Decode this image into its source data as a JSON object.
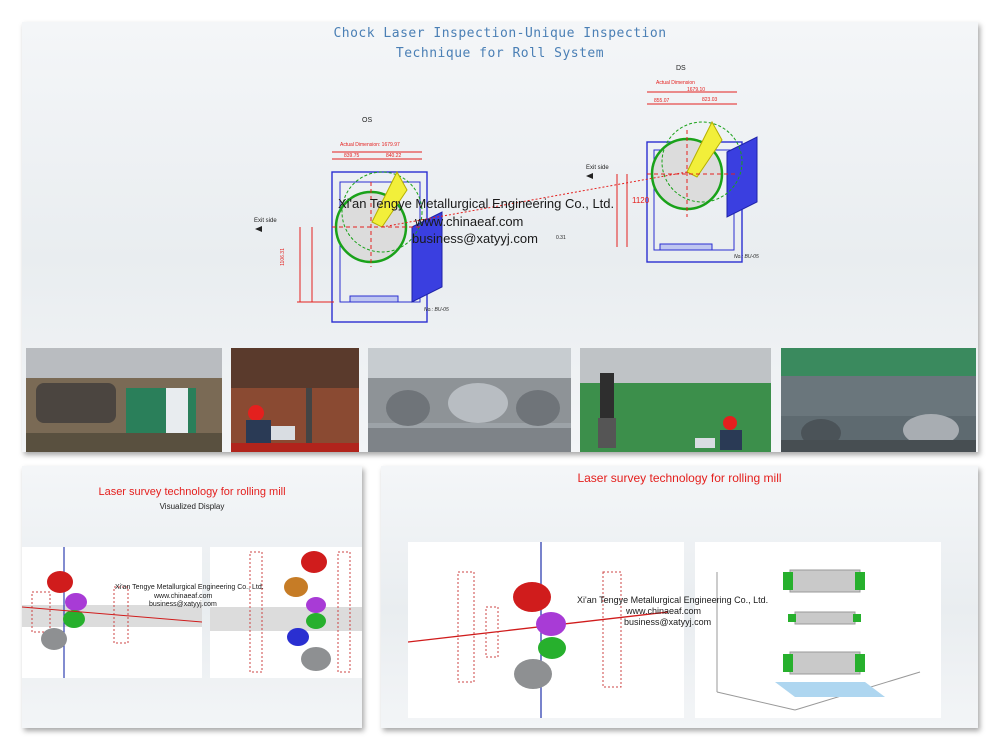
{
  "top": {
    "title_line1": "Chock Laser Inspection-Unique Inspection",
    "title_line2": "Technique for Roll System",
    "os_label": "OS",
    "ds_label": "DS",
    "exit_side_left": "Exit side",
    "exit_side_right": "Exit side",
    "os_actual_dimension": "Actual Dimension: 1679.97",
    "os_dim_a": "839.75",
    "os_dim_b": "840.22",
    "ds_actual_dimension": "Actual Dimension",
    "ds_overall": "1679.10",
    "ds_dim_a": "855.07",
    "ds_dim_b": "823.03",
    "os_chock_no": "No.: BU-05",
    "ds_chock_no": "No.: BU-05",
    "os_vertical": "1106.31",
    "ds_vertical": "1120",
    "offset_value": "0.31",
    "watermark_company": "Xi'an Tengye Metallurgical Engineering Co., Ltd.",
    "watermark_web": "www.chinaeaf.com",
    "watermark_email": "business@xatyyj.com"
  },
  "photos": [
    {
      "name": "photo-laser-tracker-workshop"
    },
    {
      "name": "photo-operators-with-laptop"
    },
    {
      "name": "photo-rolls-storage"
    },
    {
      "name": "photo-laser-tracker-green-floor"
    },
    {
      "name": "photo-mill-hall"
    }
  ],
  "bottom_left": {
    "title": "Laser survey technology for rolling mill",
    "subtitle": "Visualized Display",
    "watermark_company": "Xi'an Tengye Metallurgical Engineering Co., Ltd.",
    "watermark_web": "www.chinaeaf.com",
    "watermark_email": "business@xatyyj.com"
  },
  "bottom_right": {
    "title": "Laser survey technology for rolling mill",
    "watermark_company": "Xi'an Tengye Metallurgical Engineering Co., Ltd.",
    "watermark_web": "www.chinaeaf.com",
    "watermark_email": "business@xatyyj.com"
  },
  "colors": {
    "title_blue": "#4a7fb5",
    "accent_red": "#e4201e",
    "chock_blue": "#2b2fd1",
    "roll_green": "#1aa21a",
    "wedge_yellow": "#f2ef3a"
  }
}
